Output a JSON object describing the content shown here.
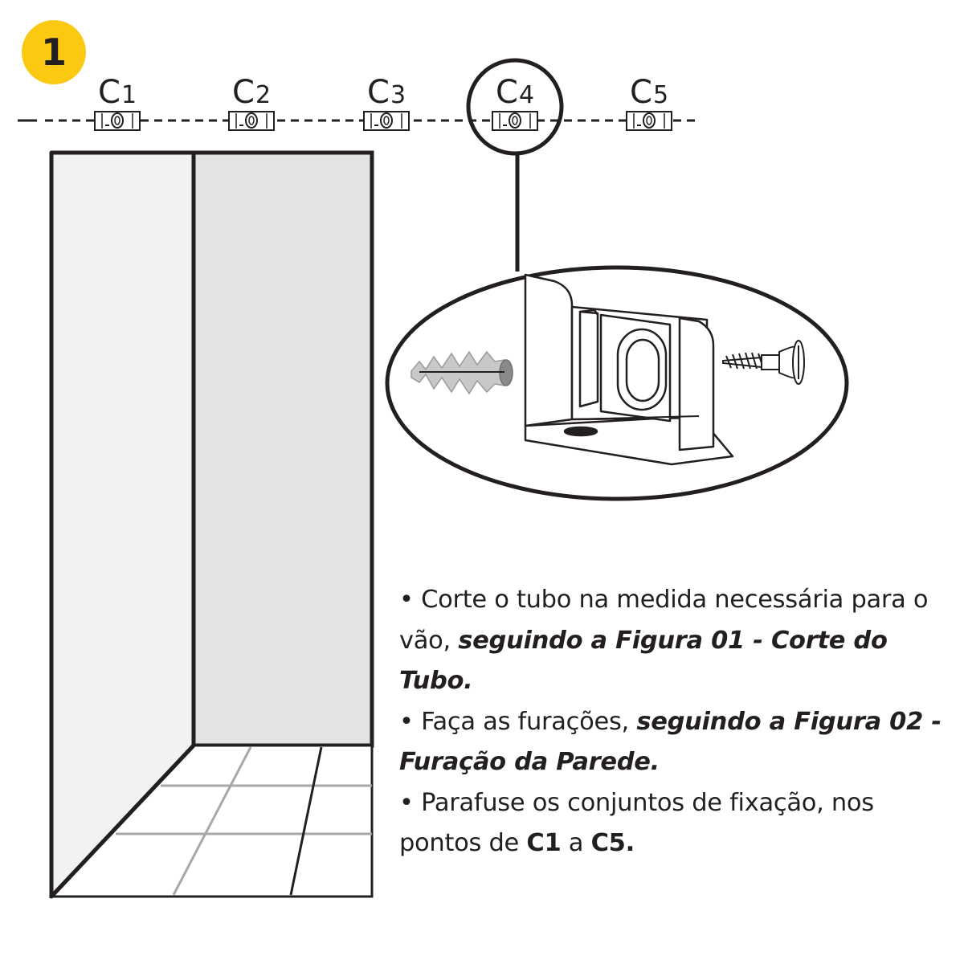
{
  "step": {
    "number": "1",
    "badge_color": "#fbc912"
  },
  "clips": [
    {
      "letter": "C",
      "index": "1"
    },
    {
      "letter": "C",
      "index": "2"
    },
    {
      "letter": "C",
      "index": "3"
    },
    {
      "letter": "C",
      "index": "4"
    },
    {
      "letter": "C",
      "index": "5"
    }
  ],
  "highlighted_clip": "C4",
  "icons": [
    "wall-plug-icon",
    "fixing-bracket-icon",
    "screw-icon",
    "magnifier-circle-icon"
  ],
  "instructions": [
    {
      "bullet": "•",
      "plain": " Corte o tubo na medida necessária para o vão, ",
      "emphasis": "seguindo a Figura 01 - Corte do Tubo."
    },
    {
      "bullet": "•",
      "plain": " Faça as furações, ",
      "emphasis": "seguindo a  Figura 02 - Furação da Parede."
    },
    {
      "bullet": "•",
      "plain": " Parafuse os conjuntos de fixação, nos pontos de ",
      "bold_start": "C1",
      "connector": " a ",
      "bold_end": "C5."
    }
  ],
  "colors": {
    "ink": "#231f20",
    "wall_left": "#f2f2f2",
    "wall_back": "#e3e3e3",
    "tile_lines": "#a8a8a8",
    "plug": "#c8c8c8"
  }
}
